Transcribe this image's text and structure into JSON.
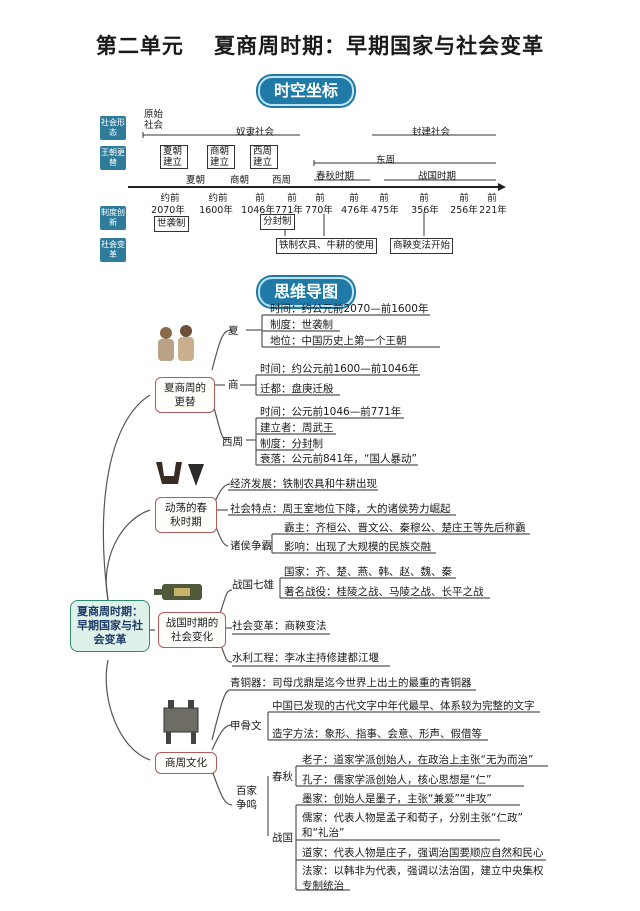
{
  "title": "第二单元　 夏商周时期：早期国家与社会变革",
  "section1": "时空坐标",
  "section2": "思维导图",
  "row_labels": {
    "social": "社会形态",
    "dynasty": "王朝更替",
    "system": "制度创新",
    "change": "社会变革"
  },
  "timeline": {
    "society_primitive": "原始社会",
    "society_slave": "奴隶社会",
    "society_feudal": "封建社会",
    "xia_founded": "夏朝建立",
    "shang_founded": "商朝建立",
    "zhou_founded": "西周建立",
    "xia": "夏朝",
    "shang": "商朝",
    "xizhou": "西周",
    "dongzhou": "东周",
    "chunqiu": "春秋时期",
    "zhanguo": "战国时期",
    "ticks": [
      {
        "top": "约前",
        "year": "2070年"
      },
      {
        "top": "约前",
        "year": "1600年"
      },
      {
        "top": "前",
        "year": "1046年"
      },
      {
        "top": "前",
        "year": "771年"
      },
      {
        "top": "前",
        "year": "770年"
      },
      {
        "top": "前",
        "year": "476年"
      },
      {
        "top": "前",
        "year": "475年"
      },
      {
        "top": "前",
        "year": "356年"
      },
      {
        "top": "前",
        "year": "256年"
      },
      {
        "top": "前",
        "year": "221年"
      }
    ],
    "shixi": "世袭制",
    "fenfeng": "分封制",
    "tieqi": "铁制农具、牛耕的使用",
    "shangyang": "商鞅变法开始"
  },
  "mindmap": {
    "center": "夏商周时期：早期国家与社会变革",
    "b1": {
      "label": "夏商周的更替",
      "xia": "夏",
      "xia_items": [
        "时间：约公元前2070—前1600年",
        "制度：世袭制",
        "地位：中国历史上第一个王朝"
      ],
      "shang": "商",
      "shang_items": [
        "时间：约公元前1600—前1046年",
        "迁都：盘庚迁殷"
      ],
      "xizhou": "西周",
      "xizhou_items": [
        "时间：公元前1046—前771年",
        "建立者：周武王",
        "制度：分封制",
        "衰落：公元前841年，“国人暴动”"
      ]
    },
    "b2": {
      "label": "动荡的春秋时期",
      "econ": "经济发展：铁制农具和牛耕出现",
      "society": "社会特点：周王室地位下降，大的诸侯势力崛起",
      "zhuhou": "诸侯争霸",
      "bazhu": "霸主：齐桓公、晋文公、秦穆公、楚庄王等先后称霸",
      "yingxiang": "影响：出现了大规模的民族交融"
    },
    "b3": {
      "label": "战国时期的社会变化",
      "qixiong": "战国七雄",
      "guojia": "国家：齐、楚、燕、韩、赵、魏、秦",
      "zhanyi": "著名战役：桂陵之战、马陵之战、长平之战",
      "biange": "社会变革：商鞅变法",
      "shuili": "水利工程：李冰主持修建都江堰"
    },
    "b4": {
      "label": "商周文化",
      "qingtong": "青铜器：司母戊鼎是迄今世界上出土的最重的青铜器",
      "jiaguwen": "甲骨文",
      "jg1": "中国已发现的古代文字中年代最早、体系较为完整的文字",
      "jg2": "造字方法：象形、指事、会意、形声、假借等",
      "baijia": "百家争鸣",
      "chunqiu": "春秋",
      "laozi": "老子：道家学派创始人，在政治上主张“无为而治”",
      "kongzi": "孔子：儒家学派创始人，核心思想是“仁”",
      "zhanguo": "战国",
      "mojia": "墨家：创始人是墨子，主张“兼爱”“非攻”",
      "rujia1": "儒家：代表人物是孟子和荀子，分别主张“仁政”",
      "rujia2": "和“礼治”",
      "daojia": "道家：代表人物是庄子，强调治国要顺应自然和民心",
      "fajia1": "法家：以韩非为代表，强调以法治国，建立中央集权",
      "fajia2": "专制统治"
    }
  },
  "colors": {
    "accent_blue": "#1f7aa8",
    "center_green": "#dff2e9",
    "node_red": "#b35a5a",
    "line_gray": "#555555"
  }
}
